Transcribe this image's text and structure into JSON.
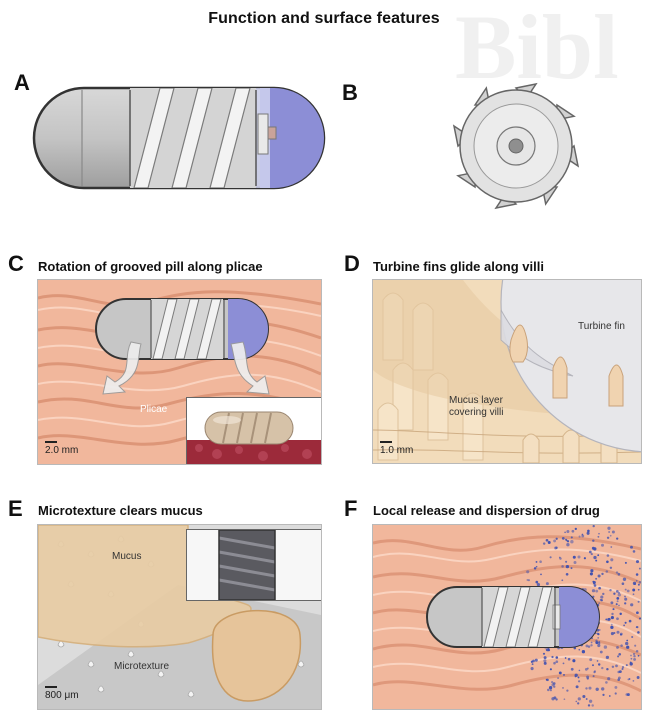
{
  "figure_title": "Function and surface features",
  "watermark": "Bibl",
  "panels": {
    "a": {
      "label": "A"
    },
    "b": {
      "label": "B"
    },
    "c": {
      "label": "C",
      "title": "Rotation of grooved pill along plicae",
      "tissue_label": "Plicae",
      "scale": "2.0 mm"
    },
    "d": {
      "label": "D",
      "title": "Turbine fins glide along villi",
      "fin_label": "Turbine fin",
      "mucus_label_1": "Mucus layer",
      "mucus_label_2": "covering villi",
      "scale": "1.0 mm"
    },
    "e": {
      "label": "E",
      "title": "Microtexture clears mucus",
      "mucus_label": "Mucus",
      "texture_label": "Microtexture",
      "scale": "800 μm"
    },
    "f": {
      "label": "F",
      "title": "Local release and dispersion of drug"
    }
  },
  "colors": {
    "capsule_gray": "#bdbdbd",
    "capsule_blue": "#8c8ed6",
    "tissue_pink": "#f1b79c",
    "villi_beige": "#f2dcbb",
    "mucus_tan": "#e6c9a0",
    "drug_dots": "#3d4fb0"
  }
}
